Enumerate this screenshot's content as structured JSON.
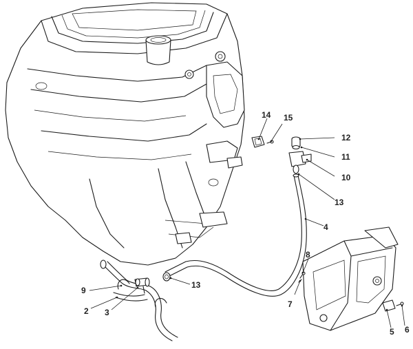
{
  "callouts": {
    "c1": "14",
    "c2": "15",
    "c3": "12",
    "c4": "11",
    "c5": "10",
    "c6": "13",
    "c7": "4",
    "c8": "8",
    "c9": "7",
    "c10": "13",
    "c11": "9",
    "c12": "2",
    "c13": "3",
    "c14": "5",
    "c15": "6"
  }
}
